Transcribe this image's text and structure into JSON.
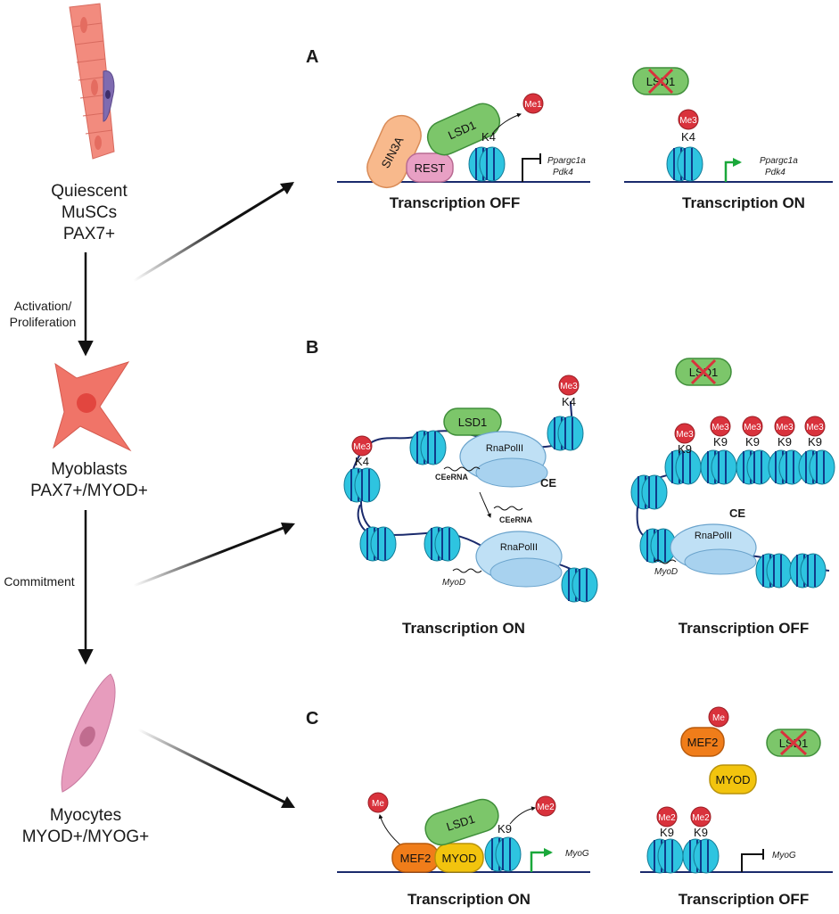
{
  "cells": {
    "quiescent": [
      "Quiescent",
      "MuSCs",
      "PAX7+"
    ],
    "myoblasts": [
      "Myoblasts",
      "PAX7+/MYOD+"
    ],
    "myocytes": [
      "Myocytes",
      "MYOD+/MYOG+"
    ]
  },
  "transitions": {
    "activation": [
      "Activation/",
      "Proliferation"
    ],
    "commitment": "Commitment"
  },
  "panels": {
    "a": "A",
    "b": "B",
    "c": "C"
  },
  "states": {
    "on": "Transcription ON",
    "off": "Transcription OFF"
  },
  "proteins": {
    "lsd1": "LSD1",
    "sin3a": "SIN3A",
    "rest": "REST",
    "mef2": "MEF2",
    "myod": "MYOD",
    "rnapol": "RnaPolII"
  },
  "marks": {
    "me": "Me",
    "me1": "Me1",
    "me2": "Me2",
    "me3": "Me3",
    "k4": "K4",
    "k9": "K9"
  },
  "genes": {
    "ppargc1a": "Ppargc1a",
    "pdk4": "Pdk4",
    "myod": "MyoD",
    "myog": "MyoG",
    "ceerna": "CEeRNA",
    "ce": "CE"
  },
  "colors": {
    "nucleosome": "#2ec4e0",
    "lsd1": "#7cc66a",
    "mark": "#d9323c",
    "mef2": "#f07d1a",
    "myod": "#f2c40e",
    "promoter_on": "#1aa83a"
  }
}
